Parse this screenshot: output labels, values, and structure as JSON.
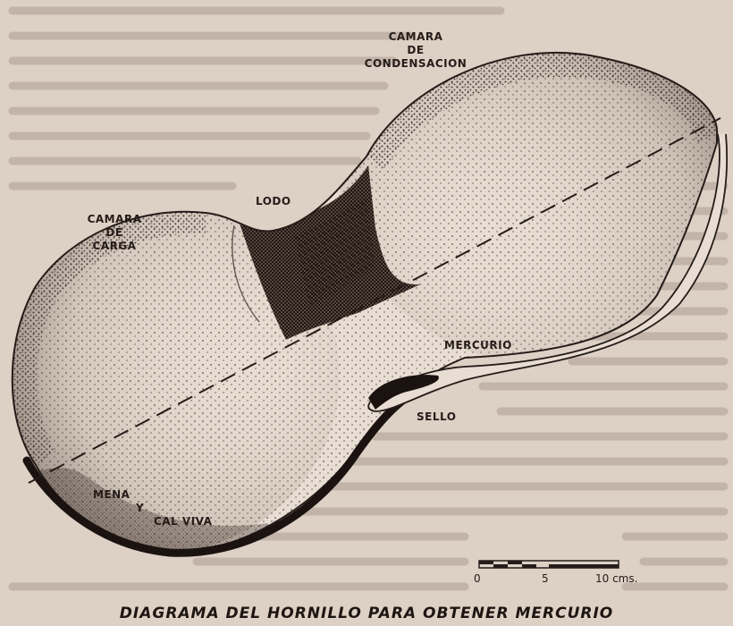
{
  "diagram": {
    "caption": "DIAGRAMA DEL HORNILLO PARA OBTENER MERCURIO",
    "labels": {
      "condensation_chamber": [
        "CAMARA",
        "DE",
        "CONDENSACION"
      ],
      "loading_chamber": [
        "CAMARA",
        "DE",
        "CARGA"
      ],
      "mud": "LODO",
      "mercury": "MERCURIO",
      "seal": "SELLO",
      "ore": [
        "MENA",
        "Y",
        "CAL VIVA"
      ]
    },
    "scale_bar": {
      "ticks": [
        "0",
        "5",
        "10 cms."
      ]
    }
  },
  "colors": {
    "paper": "#ddd0c4",
    "ink": "#241c18",
    "stipple": "#3a2e28"
  }
}
